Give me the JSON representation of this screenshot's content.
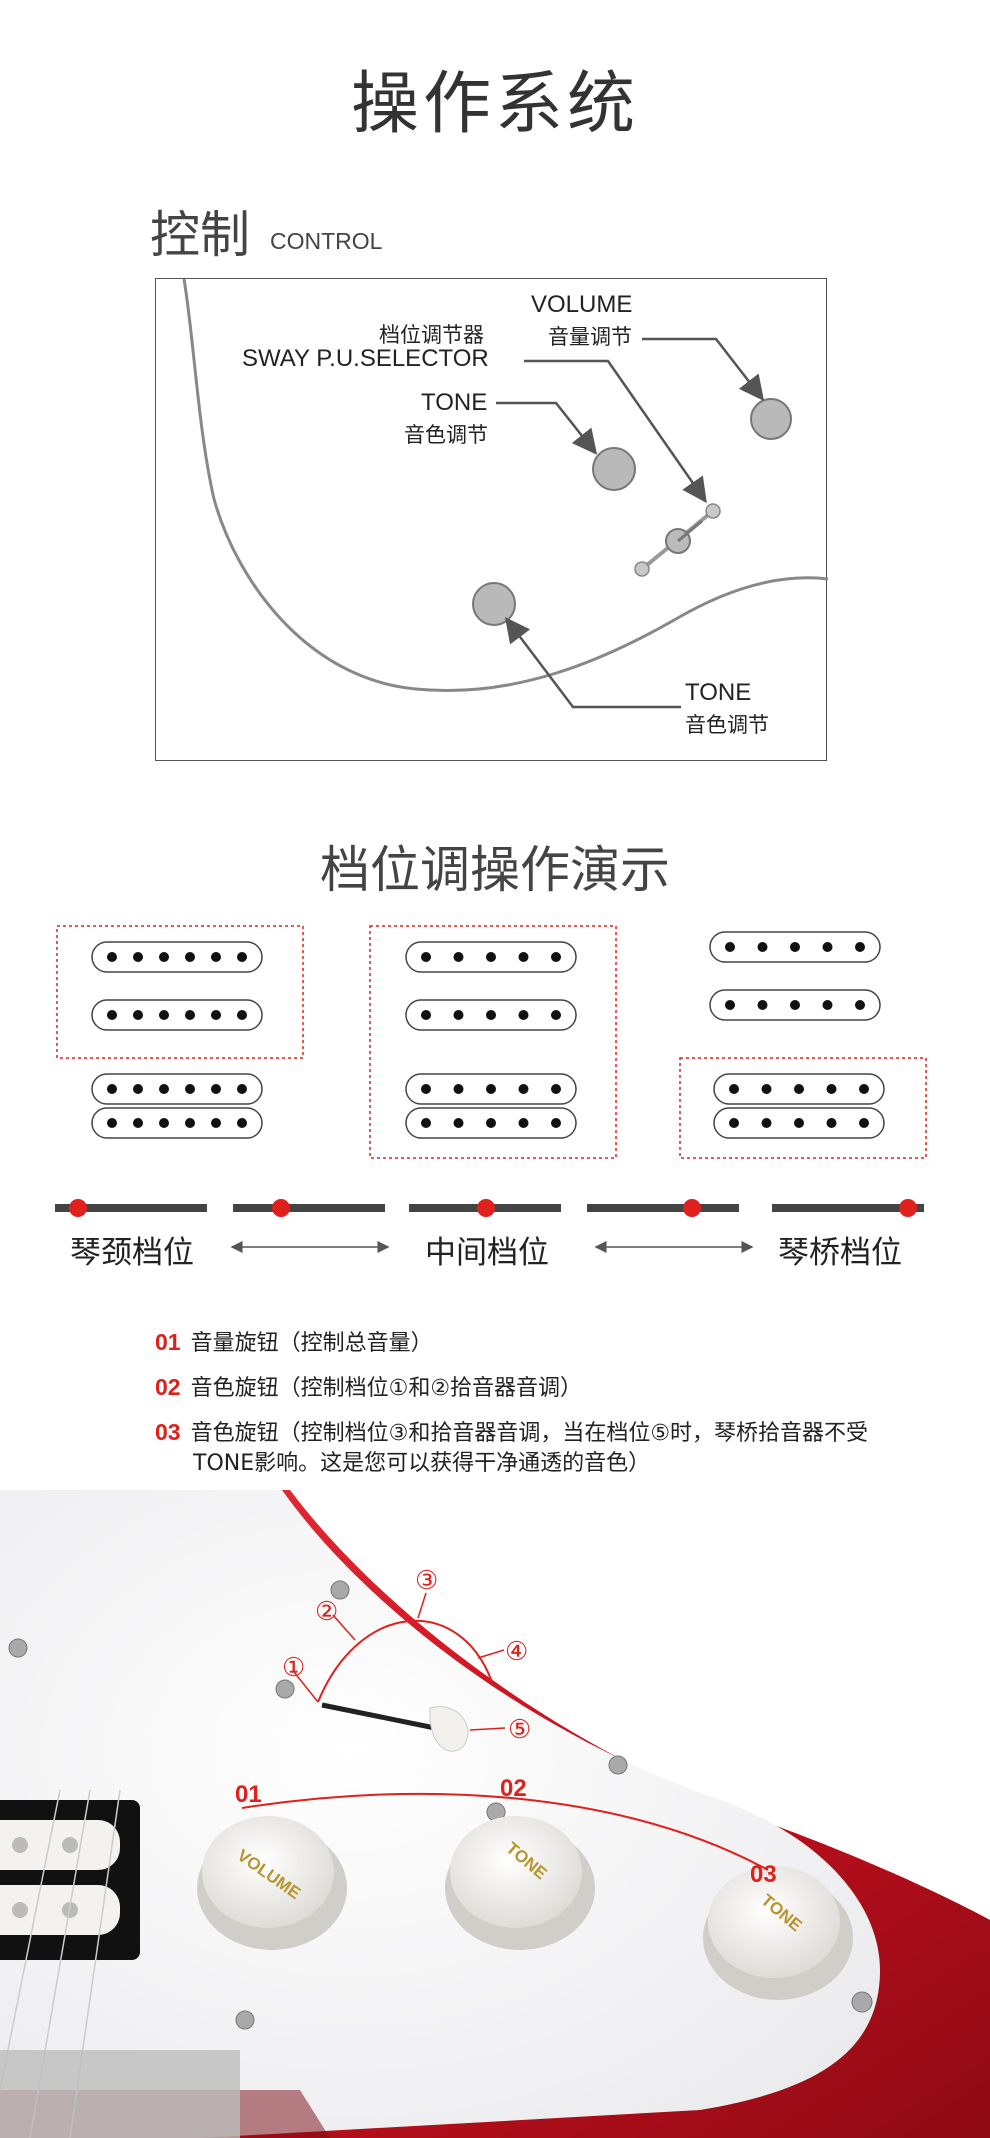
{
  "page_title": "操作系统",
  "control": {
    "title_cn": "控制",
    "title_en": "CONTROL",
    "volume_en": "VOLUME",
    "volume_cn": "音量调节",
    "selector_cn": "档位调节器",
    "selector_en": "SWAY P.U.SELECTOR",
    "tone1_en": "TONE",
    "tone1_cn": "音色调节",
    "tone2_en": "TONE",
    "tone2_cn": "音色调节"
  },
  "demo": {
    "title": "档位调操作演示",
    "neck_label": "琴颈档位",
    "middle_label": "中间档位",
    "bridge_label": "琴桥档位"
  },
  "notes": [
    {
      "num": "01",
      "text": "音量旋钮（控制总音量）"
    },
    {
      "num": "02",
      "text": "音色旋钮（控制档位①和②拾音器音调）"
    },
    {
      "num": "03",
      "text": "音色旋钮（控制档位③和拾音器音调，当在档位⑤时，琴桥拾音器不受",
      "cont": "TONE影响。这是您可以获得干净通透的音色）"
    }
  ],
  "photo": {
    "positions": [
      "①",
      "②",
      "③",
      "④",
      "⑤"
    ],
    "knob_nums": [
      "01",
      "02",
      "03"
    ],
    "knob1_text": "VOLUME",
    "knob2_text": "TONE",
    "knob3_text": "TONE",
    "accent_color": "#e0201c",
    "body_color": "#c8101e"
  }
}
